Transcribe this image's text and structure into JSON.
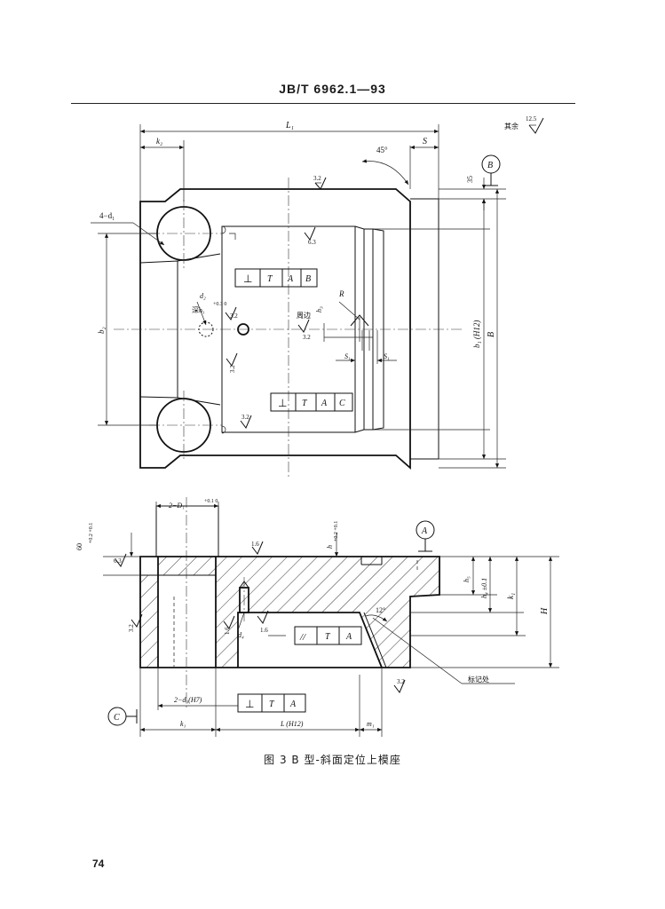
{
  "header": {
    "standard_number": "JB/T 6962.1—93"
  },
  "top_view": {
    "dims": {
      "L1": "L₁",
      "k2": "k₂",
      "S": "S",
      "angle": "45°",
      "B": "B",
      "b1": "b₁ (H12)",
      "b2": "b₂",
      "h1": "35",
      "holes": "4−d₁",
      "d2": "d₂",
      "counterbore": "深h₁",
      "counterbore_tol": "+0.3\n0",
      "R": "R",
      "h3": "h₃",
      "chamfer_note": "周边",
      "S1": "S₁"
    },
    "datum_B": "B",
    "roughness": {
      "rest": "其余",
      "rest_value": "12.5",
      "top_edge": "3.2",
      "pocket": "6.3",
      "a": "3.2",
      "b": "3.2",
      "c": "3.2",
      "d": "3.2"
    },
    "fcf_1": [
      "⊥",
      "T",
      "A",
      "B"
    ],
    "fcf_2": [
      "⊥",
      "T",
      "A",
      "C"
    ]
  },
  "section_view": {
    "dims": {
      "D1": "2−D₁",
      "D1_tol": "+0.1\n0",
      "d3": "2−d₃(H7)",
      "k1": "k₁",
      "L_h12": "L (H12)",
      "m1": "m₁",
      "h": "60",
      "h_tol": "+0.2\n+0.1",
      "h4": "h₄ ±0.1",
      "k1v": "k₁",
      "H": "H",
      "h5": "h₅",
      "angle": "12°",
      "d4": "d₄",
      "h_top": "h",
      "h_top_tol": "+0.2\n+0.1"
    },
    "datum_A": "A",
    "datum_C": "C",
    "roughness": {
      "r1": "6.3",
      "r2": "1.6",
      "r3": "1.6",
      "r4": "1.6",
      "r5": "3.2",
      "r6": "3.2"
    },
    "fcf_parallel": [
      "//",
      "T",
      "A"
    ],
    "fcf_perp": [
      "⊥",
      "T",
      "A"
    ],
    "mark_label": "标记处"
  },
  "figure": {
    "caption": "图 3   B 型-斜面定位上模座"
  },
  "page": {
    "number": "74"
  }
}
